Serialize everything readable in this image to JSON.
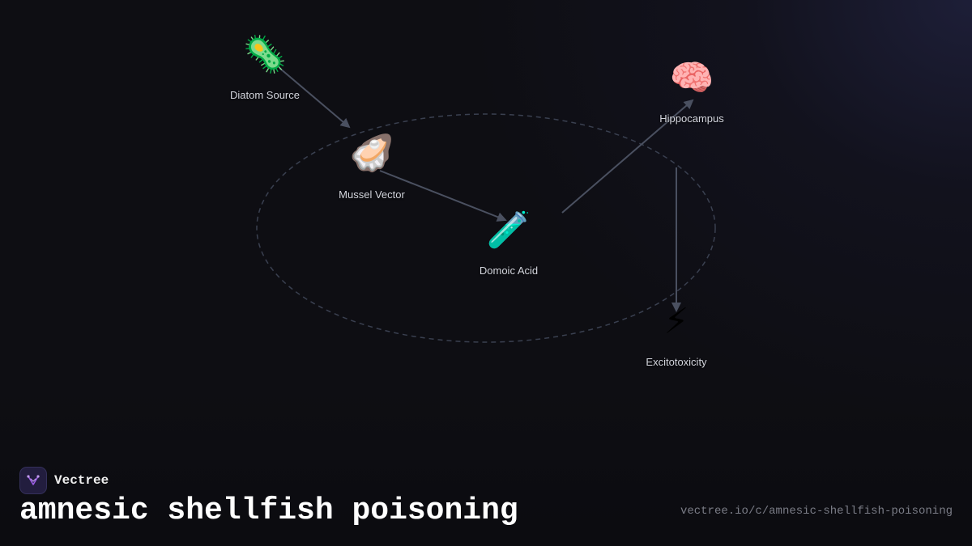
{
  "brand": {
    "name": "Vectree",
    "logo_icon": "vectree-logo-icon"
  },
  "title": "amnesic shellfish poisoning",
  "url": "vectree.io/c/amnesic-shellfish-poisoning",
  "colors": {
    "background": "#0e0e13",
    "edge": "#4a5060",
    "ring": "#3a4050",
    "label": "#d4d6de",
    "logo_accent": "#9b5de5"
  },
  "diagram": {
    "nodes": [
      {
        "id": "diatom",
        "label": "Diatom Source",
        "icon": "🦠",
        "icon_name": "microbe-icon"
      },
      {
        "id": "mussel",
        "label": "Mussel Vector",
        "icon": "🦪",
        "icon_name": "oyster-icon"
      },
      {
        "id": "domoic",
        "label": "Domoic Acid",
        "icon": "🧪",
        "icon_name": "test-tube-icon"
      },
      {
        "id": "hippocampus",
        "label": "Hippocampus",
        "icon": "🧠",
        "icon_name": "brain-icon"
      },
      {
        "id": "excitotoxicity",
        "label": "Excitotoxicity",
        "icon": "⚡",
        "icon_name": "lightning-icon"
      }
    ],
    "edges": [
      {
        "from": "diatom",
        "to": "mussel"
      },
      {
        "from": "mussel",
        "to": "domoic"
      },
      {
        "from": "domoic",
        "to": "hippocampus"
      },
      {
        "from": "hippocampus",
        "to": "excitotoxicity"
      }
    ]
  }
}
